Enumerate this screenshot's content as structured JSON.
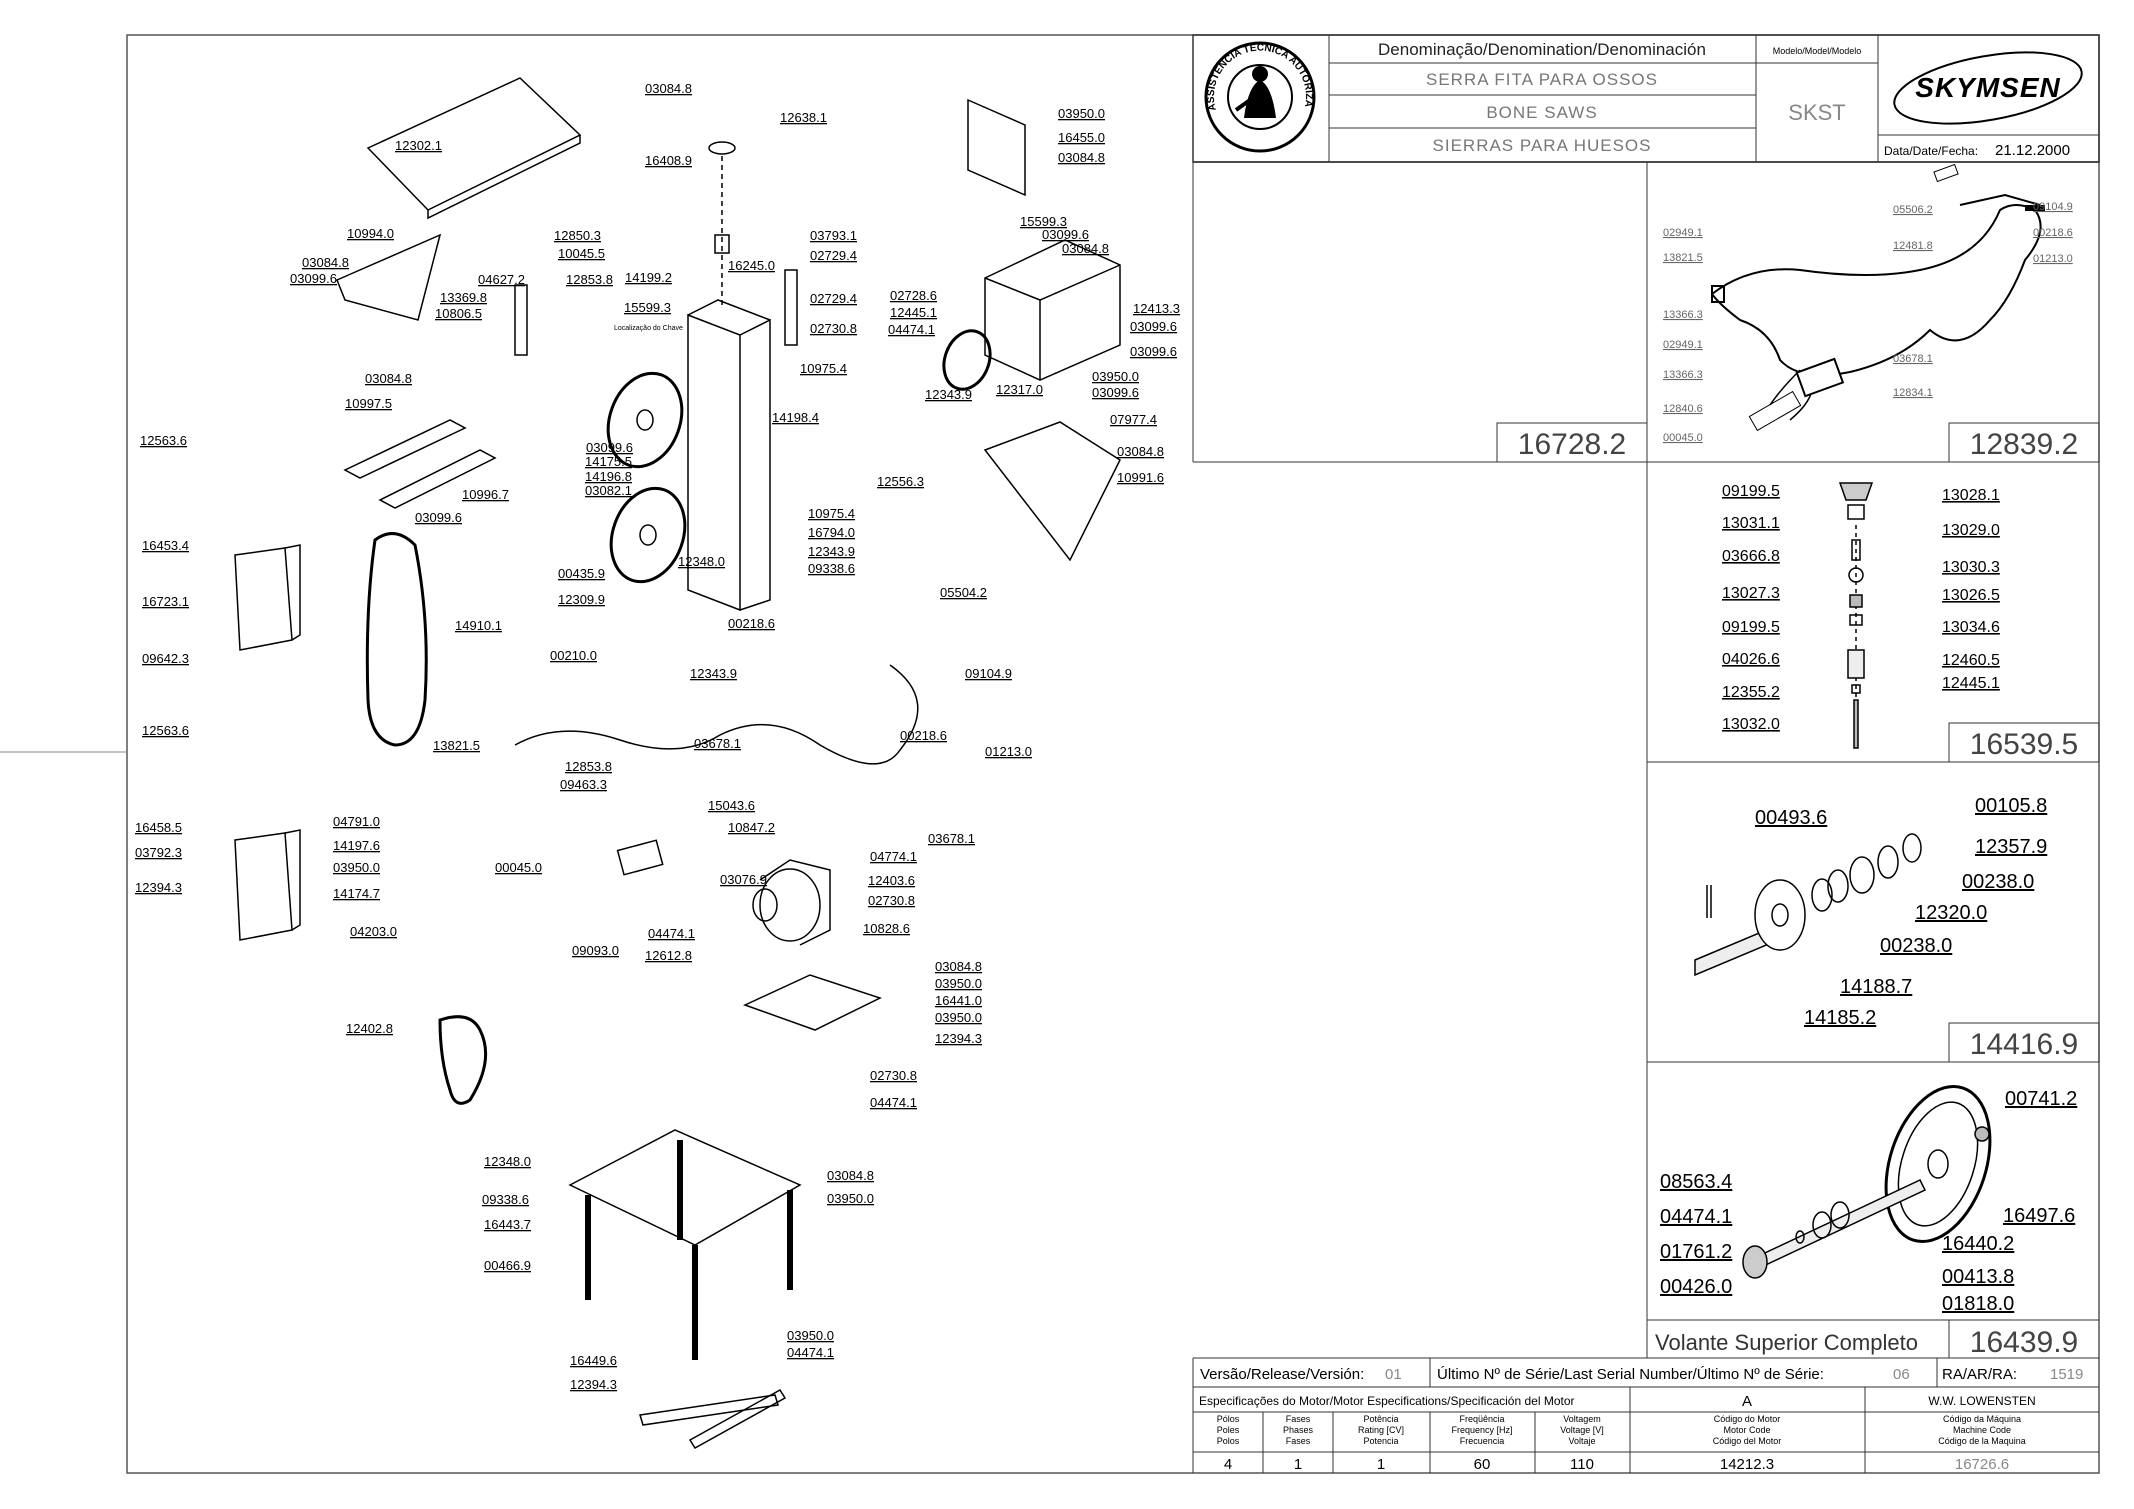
{
  "title_block": {
    "denomination_header": "Denominação/Denomination/Denominación",
    "model_header": "Modelo/Model/Modelo",
    "name_pt": "SERRA FITA PARA OSSOS",
    "name_en": "BONE SAWS",
    "name_es": "SIERRAS PARA HUESOS",
    "model": "SKST",
    "brand": "SKYMSEN",
    "seal_text": "ASSISTÊNCIA TÉCNICA AUTORIZADA",
    "date_label": "Data/Date/Fecha:",
    "date_value": "21.12.2000"
  },
  "panels": {
    "p1_code": "16728.2",
    "p2_code": "12839.2",
    "p3_code": "16539.5",
    "p4_code": "14416.9",
    "p5_title": "Volante Superior Completo",
    "p5_code": "16439.9"
  },
  "footer": {
    "version_label": "Versão/Release/Versión:",
    "version_value": "01",
    "serial_label": "Último Nº de Série/Last Serial Number/Último Nº de Série:",
    "serial_value": "06",
    "ra_label": "RA/AR/RA:",
    "ra_value": "1519",
    "motor_spec_label": "Especificações do Motor/Motor Especifications/Specificación del Motor",
    "motor_spec_value": "A",
    "designer": "W.W. LOWENSTEN",
    "headers": [
      [
        "Pólos",
        "Poles",
        "Polos"
      ],
      [
        "Fases",
        "Phases",
        "Fases"
      ],
      [
        "Potência",
        "Rating [CV]",
        "Potencia"
      ],
      [
        "Freqüência",
        "Frequency [Hz]",
        "Frecuencia"
      ],
      [
        "Voltagem",
        "Voltage [V]",
        "Voltaje"
      ],
      [
        "Código do Motor",
        "Motor Code",
        "Código del Motor"
      ],
      [
        "Código da Máquina",
        "Machine Code",
        "Código de la Maquina"
      ]
    ],
    "values": [
      "4",
      "1",
      "1",
      "60",
      "110",
      "14212.3",
      "16726.6"
    ]
  },
  "labels_main": [
    "03084.8",
    "12302.1",
    "16408.9",
    "12638.1",
    "03950.0",
    "16455.0",
    "03084.8",
    "10994.0",
    "03084.8",
    "03099.6",
    "12850.3",
    "10045.5",
    "04627.2",
    "12853.8",
    "13369.8",
    "10806.5",
    "03793.1",
    "02729.4",
    "16245.0",
    "14199.2",
    "15599.3",
    "02729.4",
    "02730.8",
    "15599.3",
    "03099.6",
    "03084.8",
    "02728.6",
    "12445.1",
    "04474.1",
    "12413.3",
    "03099.6",
    "03099.6",
    "10975.4",
    "12343.9",
    "12317.0",
    "03950.0",
    "03099.6",
    "14198.4",
    "07977.4",
    "03084.8",
    "10991.6",
    "03084.8",
    "10997.5",
    "03099.6",
    "14175.5",
    "14196.8",
    "03082.1",
    "12556.3",
    "10996.7",
    "03099.6",
    "12563.6",
    "10975.4",
    "16794.0",
    "12343.9",
    "09338.6",
    "12348.0",
    "16453.4",
    "00435.9",
    "12309.9",
    "16723.1",
    "09642.3",
    "14910.1",
    "00218.6",
    "12343.9",
    "05504.2",
    "09104.9",
    "00210.0",
    "13821.5",
    "03678.1",
    "00218.6",
    "01213.0",
    "12853.8",
    "09463.3",
    "15043.6",
    "10847.2",
    "04774.1",
    "12403.6",
    "03678.1",
    "02730.8",
    "12563.6",
    "16458.5",
    "04791.0",
    "03792.3",
    "14197.6",
    "03950.0",
    "12394.3",
    "14174.7",
    "00045.0",
    "03076.9",
    "04474.1",
    "12612.8",
    "10828.6",
    "09093.0",
    "04203.0",
    "03084.8",
    "03950.0",
    "16441.0",
    "03950.0",
    "12394.3",
    "12402.8",
    "02730.8",
    "04474.1",
    "12348.0",
    "03084.8",
    "09338.6",
    "03950.0",
    "16443.7",
    "00466.9",
    "03950.0",
    "04474.1",
    "16449.6",
    "12394.3"
  ],
  "labels_p2": [
    "02949.1",
    "13821.5",
    "13366.3",
    "02949.1",
    "13366.3",
    "12840.6",
    "00045.0",
    "05506.2",
    "09104.9",
    "00218.6",
    "01213.0",
    "12481.8",
    "03678.1",
    "12834.1"
  ],
  "labels_p3": [
    "09199.5",
    "13028.1",
    "13031.1",
    "13029.0",
    "03666.8",
    "13030.3",
    "13027.3",
    "13026.5",
    "09199.5",
    "13034.6",
    "04026.6",
    "12460.5",
    "12355.2",
    "12445.1",
    "13032.0"
  ],
  "labels_p4": [
    "00493.6",
    "00105.8",
    "12357.9",
    "00238.0",
    "12320.0",
    "00238.0",
    "14188.7",
    "14185.2"
  ],
  "labels_p5": [
    "00741.2",
    "08563.4",
    "04474.1",
    "01761.2",
    "00426.0",
    "16497.6",
    "16440.2",
    "00413.8",
    "01818.0"
  ],
  "seal_caption": "Localização do Chave"
}
